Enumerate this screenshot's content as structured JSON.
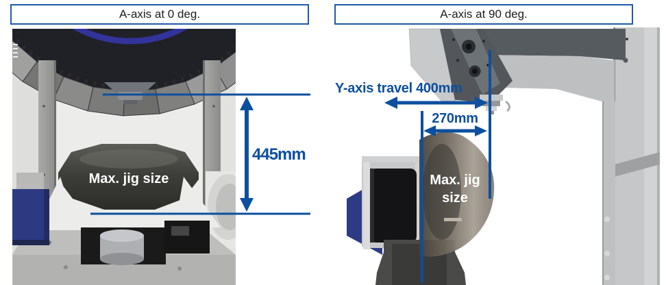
{
  "diagram": {
    "left": {
      "title": "A-axis at 0 deg.",
      "jig_label": "Max. jig size",
      "height_dimension": "445mm"
    },
    "right": {
      "title": "A-axis at 90 deg.",
      "jig_label_line1": "Max. jig",
      "jig_label_line2": "size",
      "y_travel_dimension": "Y-axis travel 400mm",
      "width_dimension": "270mm"
    },
    "colors": {
      "dimension_blue": "#0d4f9e",
      "title_border_blue": "#1d5baa",
      "machine_accent_navy": "#2d3a82",
      "magazine_ring_blue": "#32339b"
    }
  }
}
